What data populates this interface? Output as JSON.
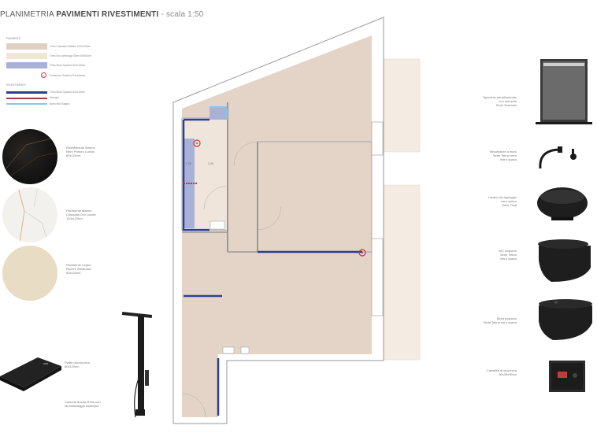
{
  "title": {
    "prefix": "PLANIMETRIA",
    "main": "PAVIMENTI RIVESTIMENTI",
    "scale": "- scala 1:50"
  },
  "legend": {
    "pavimenti_header": "PAVIMENTI",
    "pavimenti": [
      {
        "label": "Gres Cascata Sabbia 120x120cm",
        "color": "#dfd0c3"
      },
      {
        "label": "Gres Eco-weblogy Glam 60x60cm",
        "color": "#f0e5da"
      },
      {
        "label": "Gres Blue Spaces 60x120cm",
        "color": "#a9b2d6"
      },
      {
        "label": "Posizione Scarico Pavimento",
        "color": "#d32f3a"
      }
    ],
    "rivestimenti_header": "RIVESTIMENTI",
    "rivestimenti": [
      {
        "label": "Gres Blue Spaces 60x120cm",
        "color": "#2e3f8f"
      },
      {
        "label": "Mosaici",
        "color": "#9c3d54"
      },
      {
        "label": "Specchio Bagno",
        "color": "#88c6e8"
      }
    ]
  },
  "materials": [
    {
      "caption": "Rivestimento Marmo\nNero Portoro Lucido\n60x120cm"
    },
    {
      "caption": "Pavimento Marmo\nCalacatta Oro Lucido\n120x120cm"
    },
    {
      "caption": "Pavimento Legno\nRovere Sbiancato\n60x120cm"
    }
  ],
  "shower": {
    "tray_caption": "Piatto doccia nero\n80x120cm",
    "column_caption": "Colonna doccia Rimo con\nidromassaggio Abbelyue"
  },
  "fixtures": [
    {
      "caption": "Specchio retroilluminato\ncon mensola\nSerie Scaranio"
    },
    {
      "caption": "Miscelatore a muro\nSerie Tekno nero\nNero opaco"
    },
    {
      "caption": "Lavabo da appoggio\nnero opaco\nSerie Oval"
    },
    {
      "caption": "WC sospeso\nSerie Tekno\nNero opaco"
    },
    {
      "caption": "Bidet sospeso\nSerie Tekno nero opaco"
    },
    {
      "caption": "Cassetta di sicurezza\n50x35x35cm"
    }
  ],
  "plan_labels": {
    "dim_a": "1.20",
    "dim_b": "1.20"
  },
  "colors": {
    "floor": "#e3d4c7",
    "bath_floor": "#a9b2d6",
    "wall_blue": "#2e3f8f",
    "drain": "#d32f3a",
    "terrace": "#f4ebe2",
    "wall_outline": "#9a9a9a"
  }
}
